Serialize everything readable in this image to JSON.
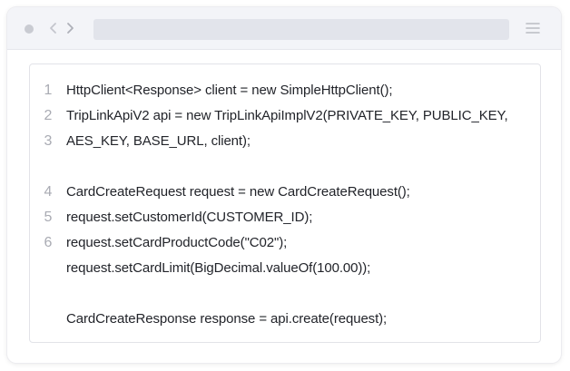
{
  "window": {
    "url": ""
  },
  "icons": {
    "back": "chevron-left-icon",
    "forward": "chevron-right-icon",
    "menu": "hamburger-menu-icon"
  },
  "code": {
    "lines": [
      {
        "num": "1",
        "text": "HttpClient<Response> client = new SimpleHttpClient();"
      },
      {
        "num": "2",
        "text": "TripLinkApiV2 api = new TripLinkApiImplV2(PRIVATE_KEY, PUBLIC_KEY,"
      },
      {
        "num": "3",
        "text": "AES_KEY, BASE_URL, client);"
      },
      {
        "num": "",
        "text": ""
      },
      {
        "num": "4",
        "text": "CardCreateRequest request = new CardCreateRequest();"
      },
      {
        "num": "5",
        "text": "request.setCustomerId(CUSTOMER_ID);"
      },
      {
        "num": "6",
        "text": "request.setCardProductCode(\"C02\");"
      },
      {
        "num": "",
        "text": "request.setCardLimit(BigDecimal.valueOf(100.00));"
      },
      {
        "num": "",
        "text": ""
      },
      {
        "num": "",
        "text": "CardCreateResponse response = api.create(request);"
      }
    ]
  }
}
